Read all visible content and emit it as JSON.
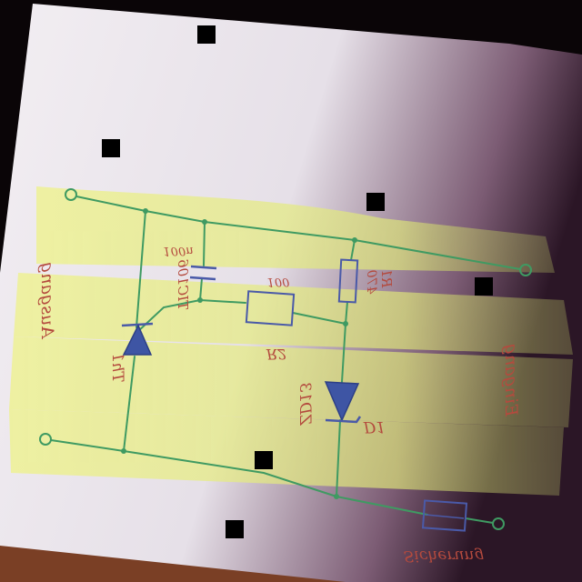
{
  "diagram": {
    "labels": {
      "output": "Ausgang",
      "input": "Eingang",
      "fuse": "Sicherung",
      "thyristor": "Th1",
      "diac_part": "TIC106",
      "capacitor_value": "100n",
      "r2_name": "R2",
      "r2_value": "100",
      "r1_name": "R1",
      "r1_value": "470",
      "zener_name": "D1",
      "zener_part": "ZD13"
    },
    "colors": {
      "paper": "#e9e4ea",
      "wire": "#3f9a62",
      "component_blue": "#4a5aa8",
      "text_red": "#b44a3e",
      "highlighter": "#e6ef7a",
      "table": "#8a4a2c"
    }
  }
}
